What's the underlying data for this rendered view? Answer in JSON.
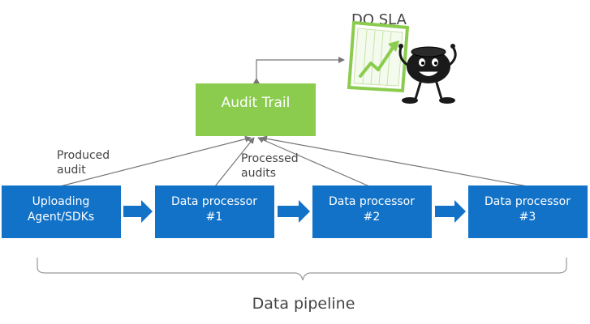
{
  "title": "DQ SLA",
  "audit_trail": {
    "label": "Audit Trail"
  },
  "pipeline": {
    "stages": [
      {
        "lines": [
          "Uploading",
          "Agent/SDKs"
        ]
      },
      {
        "lines": [
          "Data processor",
          "#1"
        ]
      },
      {
        "lines": [
          "Data processor",
          "#2"
        ]
      },
      {
        "lines": [
          "Data processor",
          "#3"
        ]
      }
    ],
    "bracket_label": "Data pipeline"
  },
  "annotations": {
    "produced_audit": [
      "Produced",
      "audit"
    ],
    "processed_audits": [
      "Processed",
      "audits"
    ]
  },
  "colors": {
    "stage_fill": "#1172C8",
    "stage_text": "#ffffff",
    "audit_fill": "#8BCC4E",
    "audit_text": "#ffffff",
    "connector_arrow": "#1172C8",
    "line": "#777777",
    "text": "#444444",
    "sla_chart": "#8BCC4E",
    "mascot": "#1a1a1a"
  },
  "icons": {
    "sla_chart": "trend-chart-icon",
    "mascot": "happy-face-mascot-icon"
  }
}
